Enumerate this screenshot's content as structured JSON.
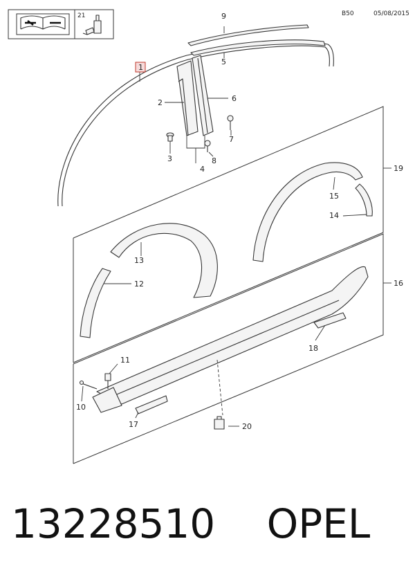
{
  "header": {
    "book_icon": "repair-manual-icon",
    "tool_icon": "sealant-tube-icon",
    "tool_number": "21",
    "section_code": "B50",
    "date": "05/08/2015"
  },
  "callouts": [
    "1",
    "2",
    "3",
    "4",
    "5",
    "6",
    "7",
    "8",
    "9",
    "10",
    "11",
    "12",
    "13",
    "14",
    "15",
    "16",
    "17",
    "18",
    "19",
    "20"
  ],
  "highlighted_callout": "1",
  "footer": {
    "part_number": "13228510",
    "brand": "OPEL"
  }
}
